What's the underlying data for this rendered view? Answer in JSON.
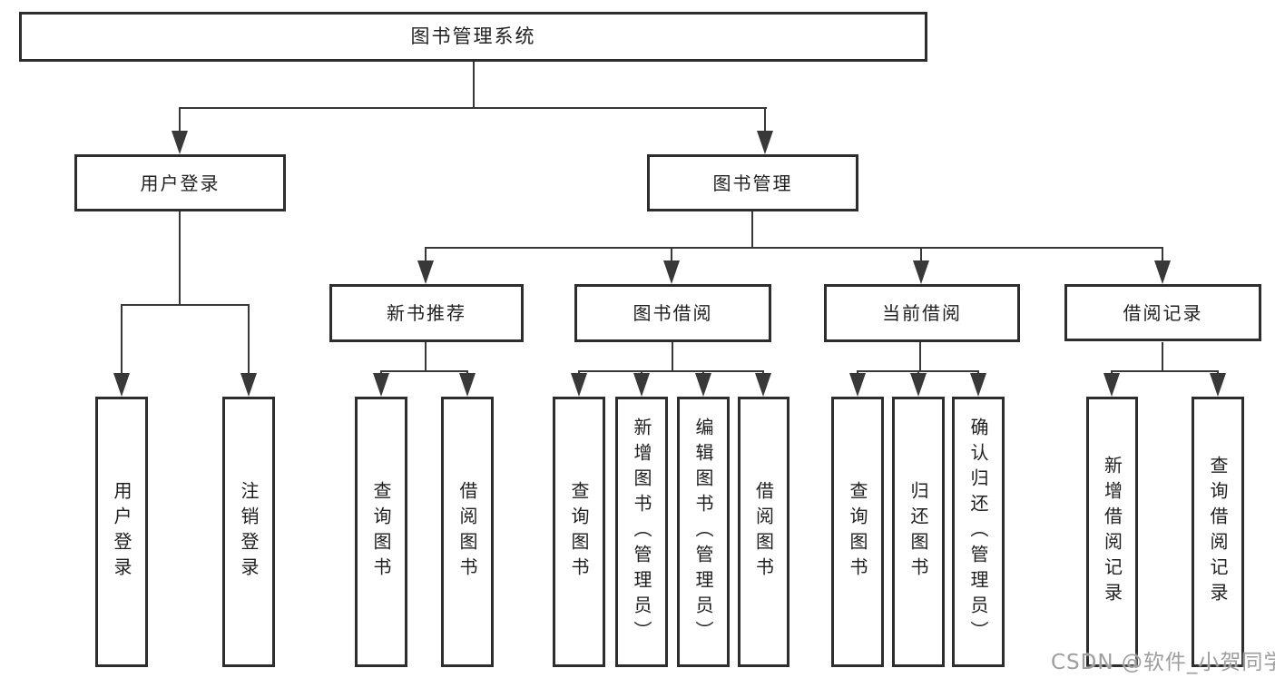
{
  "diagram": {
    "root": {
      "label": "图书管理系统"
    },
    "branches": [
      {
        "label": "用户登录",
        "children": [
          {
            "label": "用户登录"
          },
          {
            "label": "注销登录"
          }
        ]
      },
      {
        "label": "图书管理",
        "children": [
          {
            "label": "新书推荐",
            "children": [
              {
                "label": "查询图书"
              },
              {
                "label": "借阅图书"
              }
            ]
          },
          {
            "label": "图书借阅",
            "children": [
              {
                "label": "查询图书"
              },
              {
                "label": "新增图书（管理员）"
              },
              {
                "label": "编辑图书（管理员）"
              },
              {
                "label": "借阅图书"
              }
            ]
          },
          {
            "label": "当前借阅",
            "children": [
              {
                "label": "查询图书"
              },
              {
                "label": "归还图书"
              },
              {
                "label": "确认归还（管理员）"
              }
            ]
          },
          {
            "label": "借阅记录",
            "children": [
              {
                "label": "新增借阅记录"
              },
              {
                "label": "查询借阅记录"
              }
            ]
          }
        ]
      }
    ]
  },
  "watermark": {
    "text": "CSDN @软件_小贺同学"
  },
  "colors": {
    "background": "#ffffff",
    "box-border": "#2d2d2d",
    "connector": "#383838",
    "text": "#1f1f1f",
    "watermark": "#9e9e9e"
  }
}
